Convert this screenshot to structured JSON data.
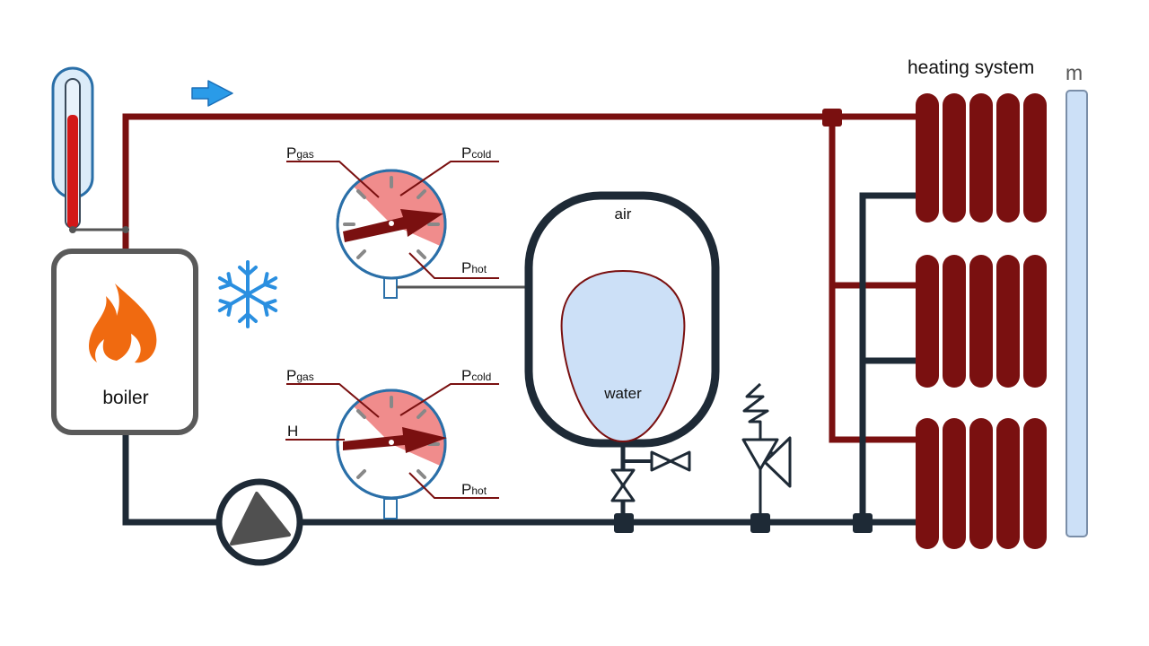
{
  "labels": {
    "heating_system": "heating system",
    "m": "m",
    "boiler": "boiler",
    "air": "air",
    "water": "water",
    "h": "H"
  },
  "gauge_top": {
    "p_gas": {
      "main": "P",
      "sub": "gas"
    },
    "p_cold": {
      "main": "P",
      "sub": "cold"
    },
    "p_hot": {
      "main": "P",
      "sub": "hot"
    }
  },
  "gauge_bottom": {
    "p_gas": {
      "main": "P",
      "sub": "gas"
    },
    "p_cold": {
      "main": "P",
      "sub": "cold"
    },
    "p_hot": {
      "main": "P",
      "sub": "hot"
    }
  },
  "colors": {
    "hot_pipe": "#7a1010",
    "cold_pipe": "#1e2a36",
    "gauge_fill": "#f08c8c",
    "water_fill": "#cce0f7",
    "flame": "#f06a10",
    "snowflake": "#2a8fe0",
    "flow_arrow": "#2a9be8"
  },
  "icons": {
    "thermometer": "thermometer-icon",
    "flow_arrow": "flow-arrow-icon",
    "flame": "flame-icon",
    "snowflake": "snowflake-icon",
    "pump": "pump-icon",
    "valve": "valve-icon",
    "relief_valve": "safety-relief-valve-icon"
  }
}
